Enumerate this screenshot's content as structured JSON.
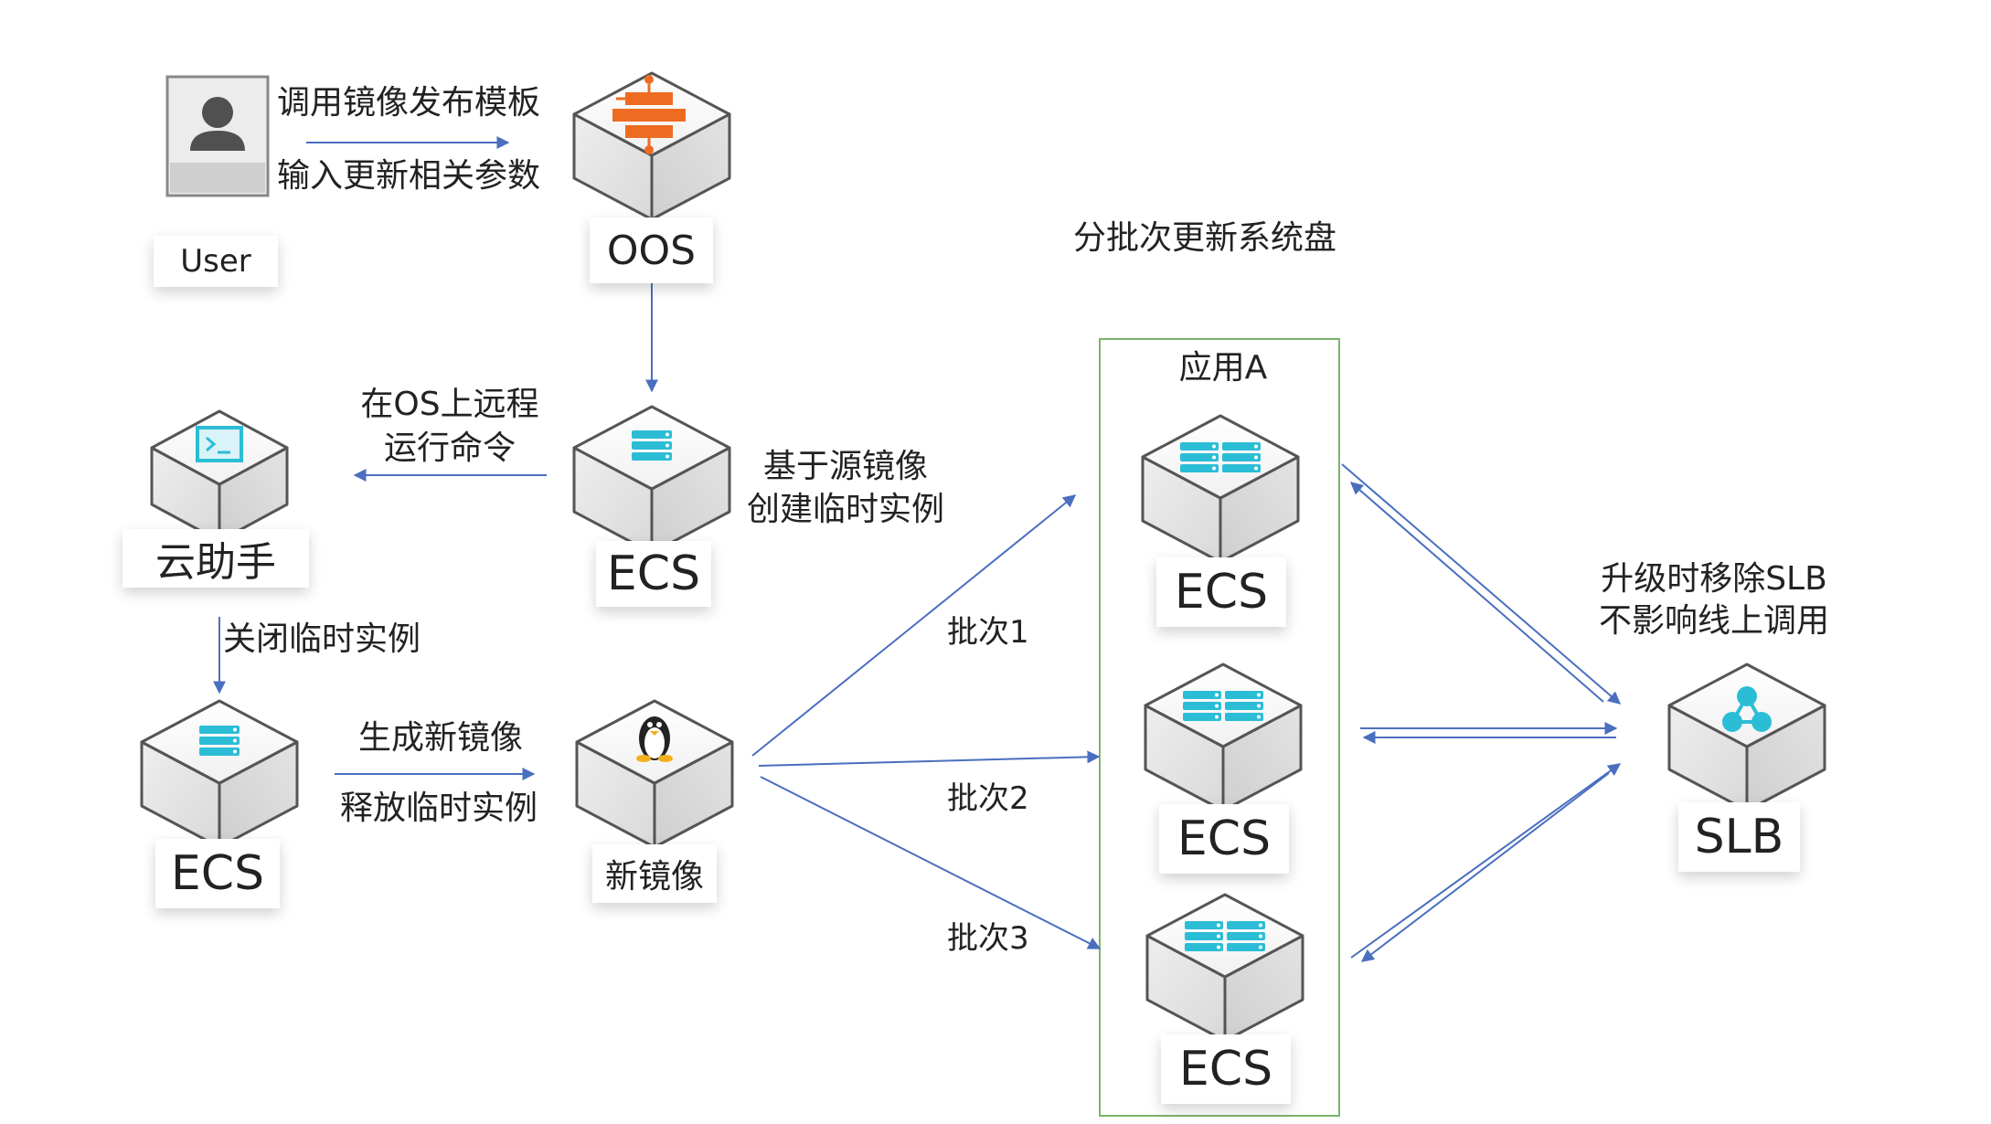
{
  "user": {
    "label": "User",
    "arrow_top": "调用镜像发布模板",
    "arrow_bottom": "输入更新相关参数"
  },
  "oos": {
    "label": "OOS"
  },
  "ecs_source": {
    "label": "ECS",
    "note_line1": "基于源镜像",
    "note_line2": "创建临时实例"
  },
  "assistant": {
    "label": "云助手",
    "note_line1": "在OS上远程",
    "note_line2": "运行命令"
  },
  "close_note": "关闭临时实例",
  "ecs_temp": {
    "label": "ECS",
    "arrow_top": "生成新镜像",
    "arrow_bottom": "释放临时实例"
  },
  "new_image": {
    "label": "新镜像"
  },
  "batch_title": "分批次更新系统盘",
  "app": {
    "title": "应用A",
    "ecs_labels": [
      "ECS",
      "ECS",
      "ECS"
    ]
  },
  "batches": [
    "批次1",
    "批次2",
    "批次3"
  ],
  "slb": {
    "label": "SLB",
    "note_line1": "升级时移除SLB",
    "note_line2": "不影响线上调用"
  },
  "colors": {
    "arrow": "#4a6fbf",
    "group_border": "#7cb46a",
    "oos_orange": "#ee6b22",
    "ecs_cyan": "#2bbdd6"
  }
}
